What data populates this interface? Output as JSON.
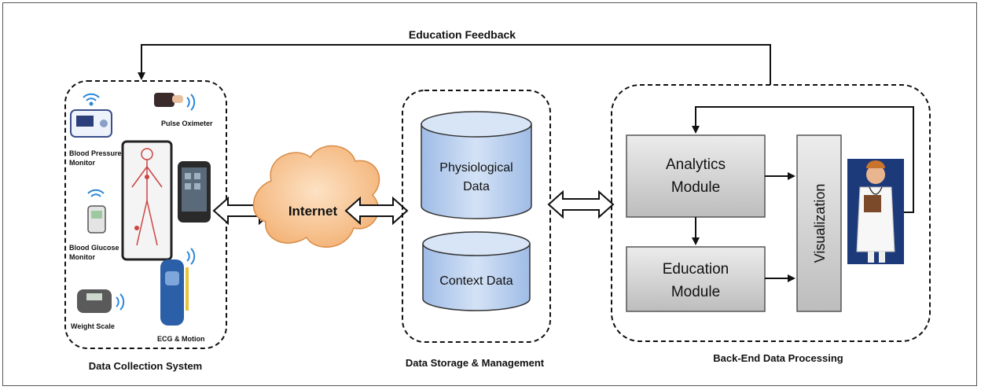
{
  "feedback_label": "Education Feedback",
  "sections": {
    "collection": "Data Collection System",
    "storage": "Data Storage & Management",
    "processing": "Back-End Data Processing"
  },
  "network": {
    "label": "Internet"
  },
  "devices": {
    "pulse_oximeter": "Pulse Oximeter",
    "blood_pressure_line1": "Blood Pressure",
    "blood_pressure_line2": "Monitor",
    "blood_glucose_line1": "Blood Glucose",
    "blood_glucose_line2": "Monitor",
    "weight_scale": "Weight Scale",
    "ecg_motion": "ECG & Motion"
  },
  "databases": {
    "physiological_line1": "Physiological",
    "physiological_line2": "Data",
    "context": "Context Data"
  },
  "modules": {
    "analytics_line1": "Analytics",
    "analytics_line2": "Module",
    "education_line1": "Education",
    "education_line2": "Module",
    "visualization": "Visualization"
  },
  "colors": {
    "cloud": "#f6c08a",
    "database": "#c9daf3",
    "module": "#d3d3d3"
  }
}
